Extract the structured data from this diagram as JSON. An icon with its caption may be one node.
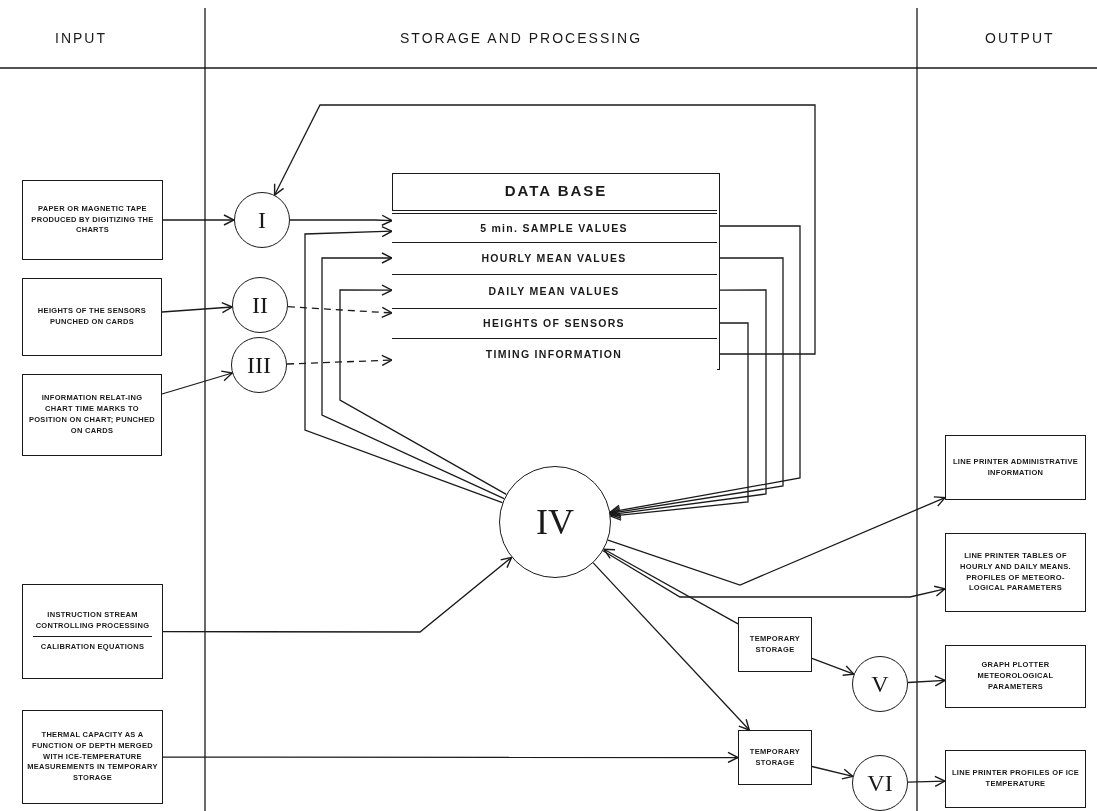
{
  "diagram": {
    "nodes": [
      {
        "text": [
          "PAPER OR MAGNETIC TAPE PRODUCED BY DIGITIZING THE CHARTS"
        ]
      },
      {
        "text": [
          "HEIGHTS OF THE SENSORS PUNCHED ON CARDS"
        ]
      },
      {
        "text": [
          "INFORMATION RELAT-ING CHART TIME MARKS TO POSITION ON CHART; PUNCHED ON CARDS"
        ]
      },
      {
        "text": [
          "INSTRUCTION STREAM CONTROLLING PROCESSING",
          "CALIBRATION EQUATIONS"
        ]
      },
      {
        "text": [
          "THERMAL CAPACITY AS A FUNCTION OF DEPTH MERGED WITH ICE-TEMPERATURE MEASUREMENTS IN TEMPORARY STORAGE"
        ]
      },
      {
        "text": [
          "I"
        ]
      },
      {
        "text": [
          "II"
        ]
      },
      {
        "text": [
          "III"
        ]
      },
      {
        "text": [
          "DATA BASE"
        ]
      },
      {
        "text": [
          "5 min. SAMPLE VALUES"
        ],
        "in": 8
      },
      {
        "text": [
          "HOURLY MEAN VALUES"
        ],
        "in": 8
      },
      {
        "text": [
          "DAILY MEAN VALUES"
        ],
        "in": 8
      },
      {
        "text": [
          "HEIGHTS OF SENSORS"
        ],
        "in": 8
      },
      {
        "text": [
          "TIMING INFORMATION"
        ],
        "in": 8
      },
      {
        "text": [
          "IV"
        ]
      },
      {
        "text": [
          "LINE PRINTER ADMINISTRATIVE INFORMATION"
        ]
      },
      {
        "text": [
          "LINE PRINTER TABLES OF HOURLY AND DAILY MEANS. PROFILES OF METEORO-LOGICAL PARAMETERS"
        ]
      },
      {
        "text": [
          "TEMPORARY STORAGE"
        ]
      },
      {
        "text": [
          "V"
        ]
      },
      {
        "text": [
          "GRAPH PLOTTER METEOROLOGICAL PARAMETERS"
        ]
      },
      {
        "text": [
          "TEMPORARY STORAGE"
        ]
      },
      {
        "text": [
          "VI"
        ]
      },
      {
        "text": [
          "LINE PRINTER PROFILES OF ICE TEMPERATURE"
        ]
      }
    ],
    "edges": [
      {
        "from": 0,
        "to": 5,
        "arrow": "to"
      },
      {
        "from": 1,
        "to": 6,
        "arrow": "to"
      },
      {
        "from": 2,
        "to": 7,
        "arrow": "to"
      },
      {
        "from": 5,
        "to": 9,
        "arrow": "to"
      },
      {
        "from": 6,
        "to": 12,
        "arrow": "to",
        "style": "dashed"
      },
      {
        "from": 7,
        "to": 13,
        "arrow": "to",
        "style": "dashed"
      },
      {
        "from": 13,
        "to": 5,
        "arrow": "to"
      },
      {
        "from": 14,
        "to": 9,
        "arrow": "to"
      },
      {
        "from": 14,
        "to": 10,
        "arrow": "to"
      },
      {
        "from": 14,
        "to": 11,
        "arrow": "to"
      },
      {
        "from": 9,
        "to": 14,
        "arrow": "to"
      },
      {
        "from": 10,
        "to": 14,
        "arrow": "to"
      },
      {
        "from": 11,
        "to": 14,
        "arrow": "to"
      },
      {
        "from": 12,
        "to": 14,
        "arrow": "to"
      },
      {
        "from": 14,
        "to": 15,
        "arrow": "to"
      },
      {
        "from": 14,
        "to": 16,
        "arrow": "to"
      },
      {
        "from": 17,
        "to": 14,
        "arrow": "to"
      },
      {
        "from": 14,
        "to": 20,
        "arrow": "to"
      },
      {
        "from": 3,
        "to": 14,
        "arrow": "to"
      },
      {
        "from": 4,
        "to": 20,
        "arrow": "to"
      },
      {
        "from": 17,
        "to": 18,
        "arrow": "to"
      },
      {
        "from": 18,
        "to": 19,
        "arrow": "to"
      },
      {
        "from": 20,
        "to": 21,
        "arrow": "to"
      },
      {
        "from": 21,
        "to": 22,
        "arrow": "to"
      }
    ],
    "labels": [
      "INPUT",
      "STORAGE AND PROCESSING",
      "OUTPUT"
    ]
  }
}
